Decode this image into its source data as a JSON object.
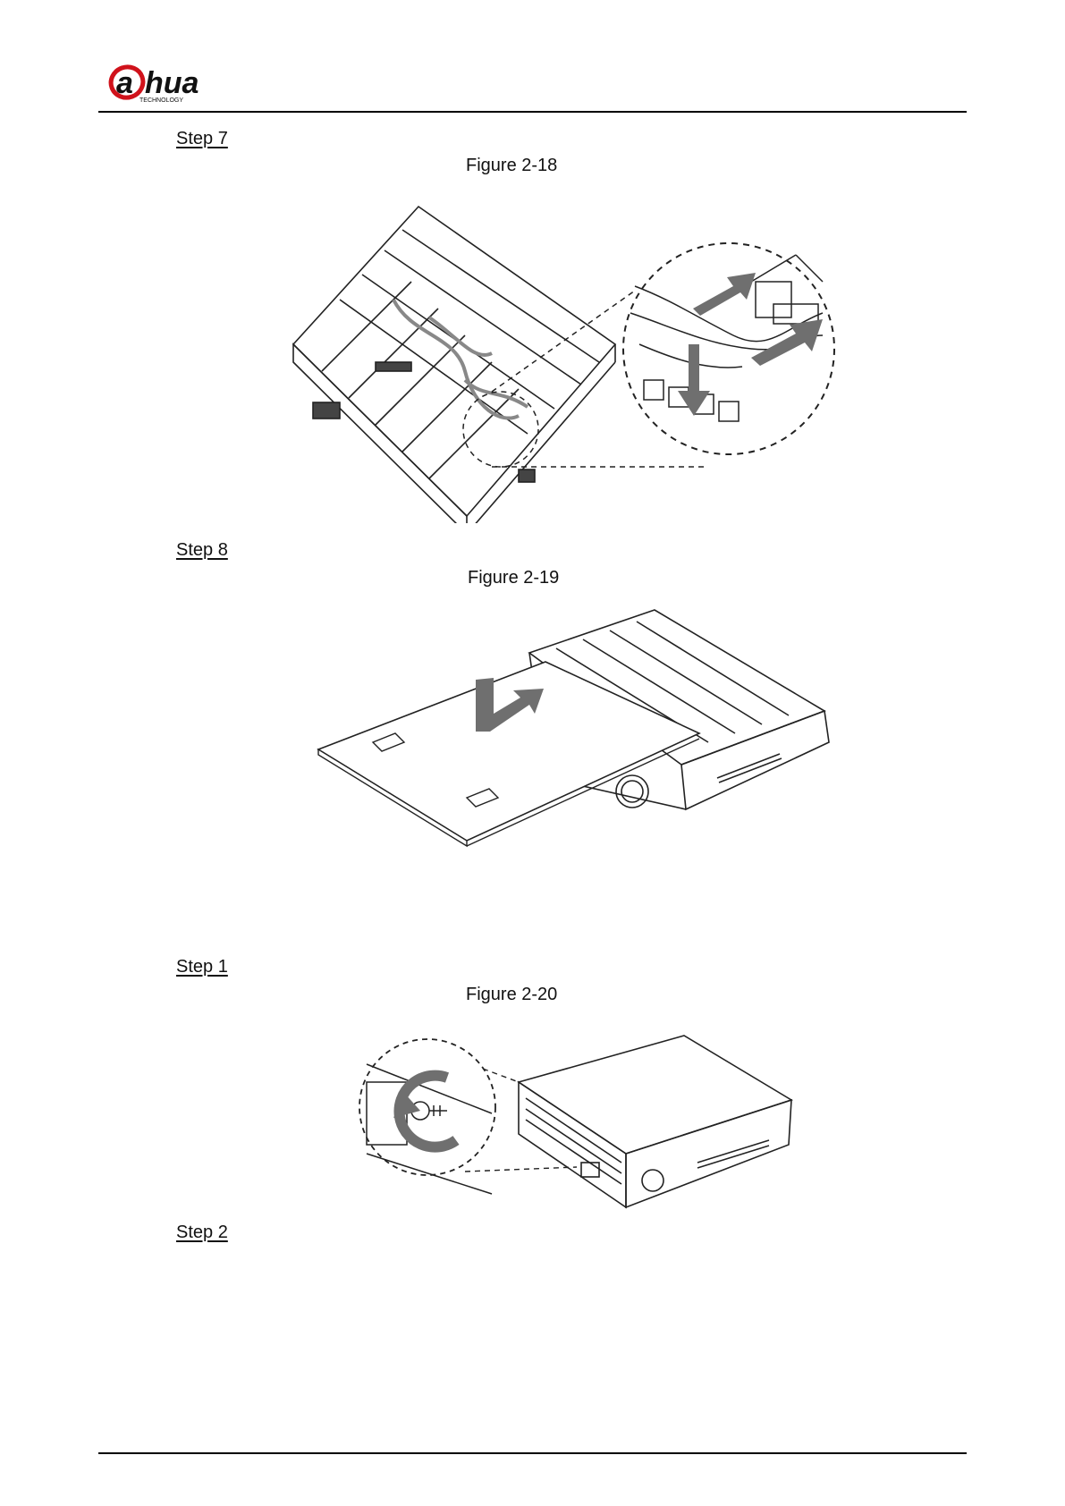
{
  "header": {
    "logo_text": "a)hua",
    "logo_subtext": "TECHNOLOGY"
  },
  "steps": [
    {
      "label": "Step 7",
      "caption": "Figure 2-18"
    },
    {
      "label": "Step 8",
      "caption": "Figure 2-19"
    },
    {
      "label": "Step 1",
      "caption": "Figure 2-20"
    },
    {
      "label": "Step 2"
    }
  ],
  "colors": {
    "rule": "#000000",
    "illustration_line": "#222222",
    "arrow_fill": "#6f6f6f"
  }
}
